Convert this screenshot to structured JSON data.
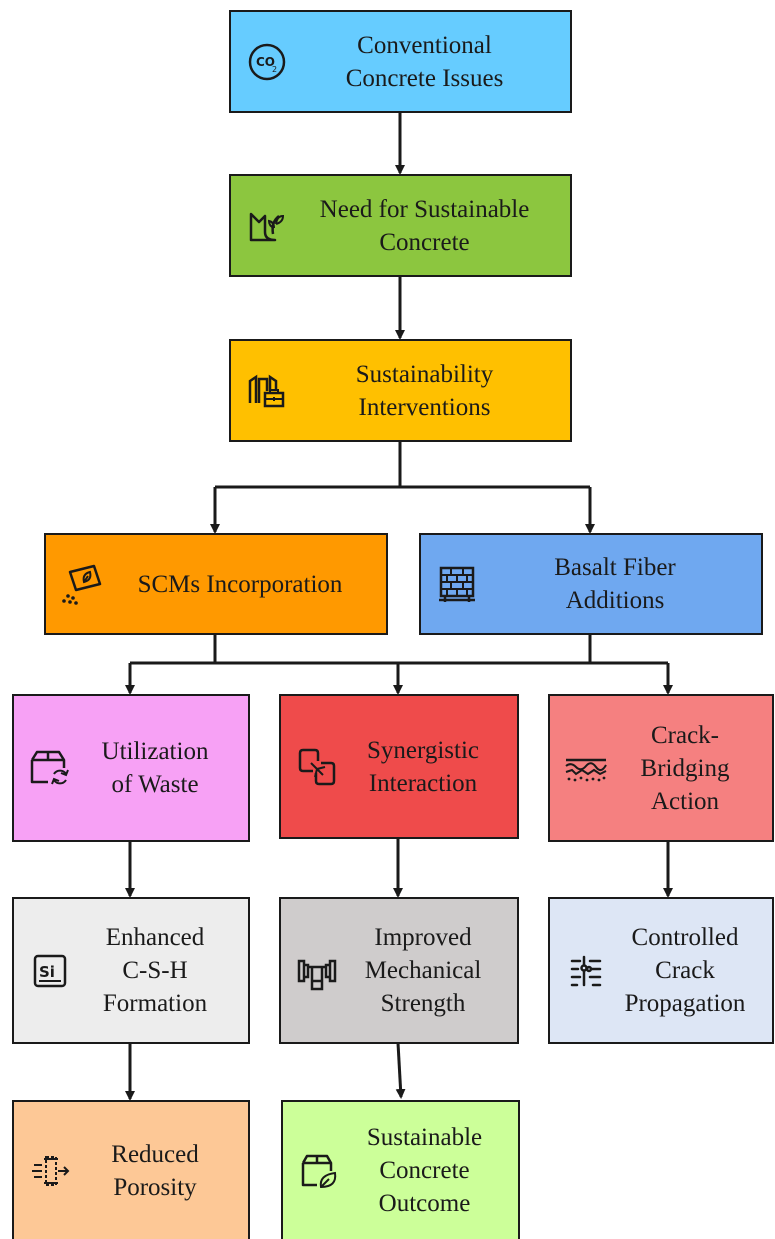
{
  "colors": {
    "conventional": "#66ccff",
    "need": "#8cc63f",
    "interventions": "#ffc000",
    "scms": "#ff9900",
    "basalt": "#6fa8f0",
    "waste": "#f7a1f5",
    "synergistic": "#ef4b4b",
    "crack_bridging": "#f58080",
    "csh": "#ededed",
    "mechanical": "#cfcccc",
    "controlled_crack": "#dde6f5",
    "porosity": "#fdc896",
    "outcome": "#ccff99",
    "lines": "#1a1a1a"
  },
  "nodes": {
    "conventional": {
      "label": "Conventional\nConcrete Issues",
      "icon": "co2-icon"
    },
    "need": {
      "label": "Need for Sustainable\nConcrete",
      "icon": "eco-land-icon"
    },
    "interventions": {
      "label": "Sustainability\nInterventions",
      "icon": "city-toolbox-icon"
    },
    "scms": {
      "label": "SCMs Incorporation",
      "icon": "material-pour-icon"
    },
    "basalt": {
      "label": "Basalt Fiber\nAdditions",
      "icon": "brick-wall-icon"
    },
    "waste": {
      "label": "Utilization\nof Waste",
      "icon": "recycle-box-icon"
    },
    "synergistic": {
      "label": "Synergistic\nInteraction",
      "icon": "link-interaction-icon"
    },
    "crack_bridging": {
      "label": "Crack-\nBridging\nAction",
      "icon": "crack-layer-icon"
    },
    "csh": {
      "label": "Enhanced\nC-S-H\nFormation",
      "icon": "silicon-element-icon"
    },
    "mechanical": {
      "label": "Improved\nMechanical\nStrength",
      "icon": "dumbbell-icon"
    },
    "controlled_crack": {
      "label": "Controlled\nCrack\nPropagation",
      "icon": "crack-pattern-icon"
    },
    "porosity": {
      "label": "Reduced\nPorosity",
      "icon": "porous-filter-icon"
    },
    "outcome": {
      "label": "Sustainable\nConcrete\nOutcome",
      "icon": "eco-box-icon"
    }
  }
}
